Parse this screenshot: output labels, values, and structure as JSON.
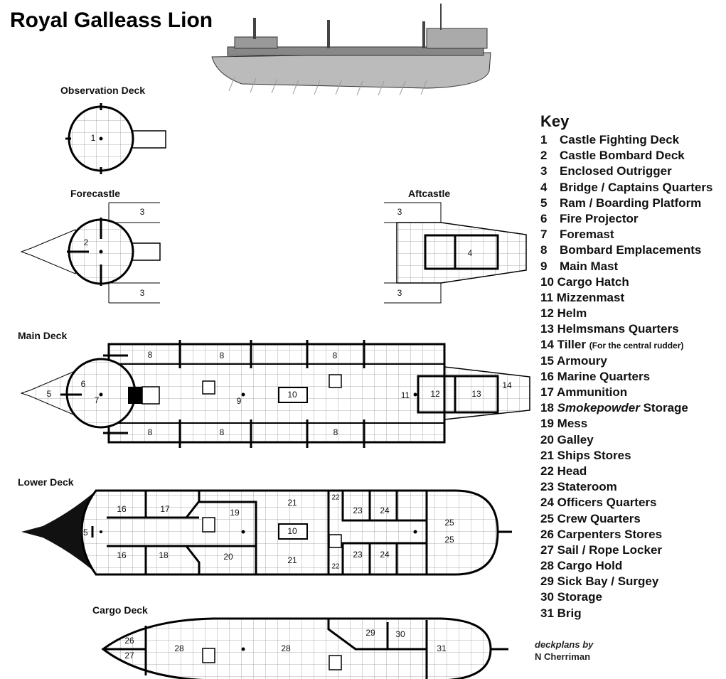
{
  "title": "Royal Galleass Lion",
  "decks": {
    "observation": {
      "label": "Observation Deck",
      "rooms": [
        "1"
      ]
    },
    "forecastle": {
      "label": "Forecastle",
      "rooms": [
        "2",
        "3",
        "3"
      ]
    },
    "aftcastle": {
      "label": "Aftcastle",
      "rooms": [
        "3",
        "3",
        "4"
      ]
    },
    "main": {
      "label": "Main Deck",
      "rooms": [
        "5",
        "6",
        "7",
        "8",
        "8",
        "8",
        "8",
        "8",
        "8",
        "9",
        "10",
        "11",
        "12",
        "13",
        "14"
      ]
    },
    "lower": {
      "label": "Lower Deck",
      "rooms": [
        "15",
        "16",
        "16",
        "17",
        "18",
        "19",
        "20",
        "21",
        "21",
        "10",
        "22",
        "22",
        "23",
        "23",
        "24",
        "24",
        "25",
        "25"
      ]
    },
    "cargo": {
      "label": "Cargo Deck",
      "rooms": [
        "26",
        "27",
        "28",
        "28",
        "29",
        "30",
        "31"
      ]
    }
  },
  "key": {
    "heading": "Key",
    "items": [
      {
        "num": "1",
        "label": "Castle Fighting Deck"
      },
      {
        "num": "2",
        "label": "Castle Bombard Deck"
      },
      {
        "num": "3",
        "label": "Enclosed Outrigger"
      },
      {
        "num": "4",
        "label": "Bridge / Captains Quarters"
      },
      {
        "num": "5",
        "label": "Ram / Boarding Platform"
      },
      {
        "num": "6",
        "label": "Fire Projector"
      },
      {
        "num": "7",
        "label": "Foremast"
      },
      {
        "num": "8",
        "label": "Bombard Emplacements"
      },
      {
        "num": "9",
        "label": "Main Mast"
      },
      {
        "num": "10",
        "label": "Cargo Hatch"
      },
      {
        "num": "11",
        "label": "Mizzenmast"
      },
      {
        "num": "12",
        "label": "Helm"
      },
      {
        "num": "13",
        "label": "Helmsmans Quarters"
      },
      {
        "num": "14",
        "label": "Tiller",
        "note": "(For the central rudder)"
      },
      {
        "num": "15",
        "label": "Armoury"
      },
      {
        "num": "16",
        "label": "Marine Quarters"
      },
      {
        "num": "17",
        "label": "Ammunition"
      },
      {
        "num": "18",
        "label": "Storage",
        "emph": "Smokepowder"
      },
      {
        "num": "19",
        "label": "Mess"
      },
      {
        "num": "20",
        "label": "Galley"
      },
      {
        "num": "21",
        "label": "Ships Stores"
      },
      {
        "num": "22",
        "label": "Head"
      },
      {
        "num": "23",
        "label": "Stateroom"
      },
      {
        "num": "24",
        "label": "Officers Quarters"
      },
      {
        "num": "25",
        "label": "Crew Quarters"
      },
      {
        "num": "26",
        "label": "Carpenters Stores"
      },
      {
        "num": "27",
        "label": "Sail / Rope Locker"
      },
      {
        "num": "28",
        "label": "Cargo Hold"
      },
      {
        "num": "29",
        "label": "Sick Bay / Surgey"
      },
      {
        "num": "30",
        "label": "Storage"
      },
      {
        "num": "31",
        "label": "Brig"
      }
    ]
  },
  "credit": {
    "line1": "deckplans by",
    "line2": "N Cherriman"
  }
}
